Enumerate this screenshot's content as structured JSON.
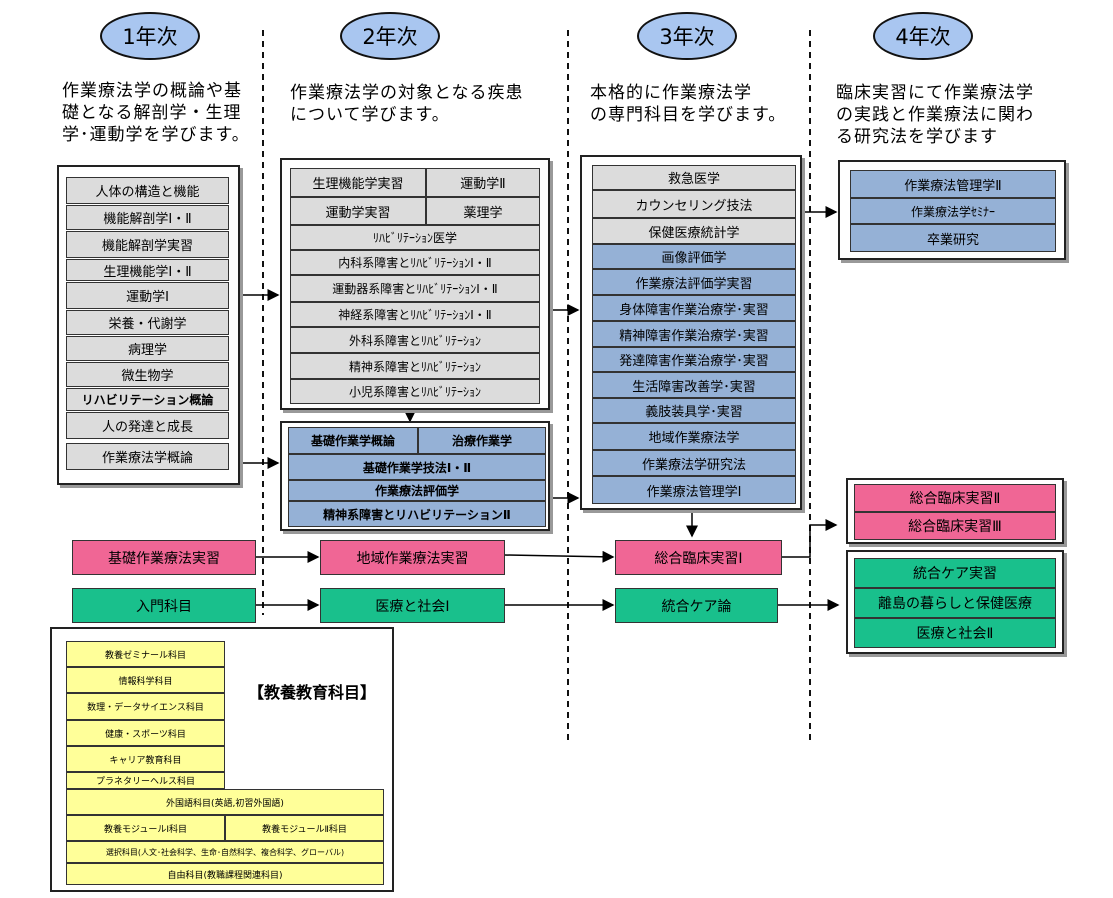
{
  "years": [
    "1年次",
    "2年次",
    "3年次",
    "4年次"
  ],
  "descriptions": [
    [
      "作業療法学の概論や基",
      "礎となる解剖学・生理",
      "学･運動学を学びます。"
    ],
    [
      "作業療法学の対象となる疾患",
      "について学びます。"
    ],
    [
      "本格的に作業療法学",
      "の専門科目を学びます。"
    ],
    [
      "臨床実習にて作業療法学",
      "の実践と作業療法に関わ",
      "る研究法を学びます"
    ]
  ],
  "year1": [
    "人体の構造と機能",
    "機能解剖学Ⅰ・Ⅱ",
    "機能解剖学実習",
    "生理機能学Ⅰ・Ⅱ",
    "運動学Ⅰ",
    "栄養・代謝学",
    "病理学",
    "微生物学",
    "リハビリテーション概論",
    "人の発達と成長",
    "作業療法学概論"
  ],
  "year2": {
    "pairs": [
      [
        "生理機能学実習",
        "運動学Ⅱ"
      ],
      [
        "運動学実習",
        "薬理学"
      ]
    ],
    "rows": [
      "ﾘﾊﾋﾞﾘﾃｰｼｮﾝ医学",
      "内科系障害とﾘﾊﾋﾞﾘﾃｰｼｮﾝⅠ・Ⅱ",
      "運動器系障害とﾘﾊﾋﾞﾘﾃｰｼｮﾝⅠ・Ⅱ",
      "神経系障害とﾘﾊﾋﾞﾘﾃｰｼｮﾝⅠ・Ⅱ",
      "外科系障害とﾘﾊﾋﾞﾘﾃｰｼｮﾝ",
      "精神系障害とﾘﾊﾋﾞﾘﾃｰｼｮﾝ",
      "小児系障害とﾘﾊﾋﾞﾘﾃｰｼｮﾝ"
    ]
  },
  "year2_ot": {
    "pair": [
      "基礎作業学概論",
      "治療作業学"
    ],
    "rows": [
      "基礎作業学技法Ⅰ・Ⅱ",
      "作業療法評価学",
      "精神系障害とリハビリテーションⅡ"
    ]
  },
  "year3_gray": [
    "救急医学",
    "カウンセリング技法",
    "保健医療統計学"
  ],
  "year3_blue": [
    "画像評価学",
    "作業療法評価学実習",
    "身体障害作業治療学･実習",
    "精神障害作業治療学･実習",
    "発達障害作業治療学･実習",
    "生活障害改善学･実習",
    "義肢装具学･実習",
    "地域作業療法学",
    "作業療法学研究法",
    "作業療法管理学Ⅰ"
  ],
  "year4": [
    "作業療法管理学Ⅱ",
    "作業療法学ｾﾐﾅｰ",
    "卒業研究"
  ],
  "practicum": [
    "基礎作業療法実習",
    "地域作業療法実習",
    "総合臨床実習Ⅰ"
  ],
  "practicum4": [
    "総合臨床実習Ⅱ",
    "総合臨床実習Ⅲ"
  ],
  "care": [
    "入門科目",
    "医療と社会Ⅰ",
    "統合ケア論"
  ],
  "care4": [
    "統合ケア実習",
    "離島の暮らしと保健医療",
    "医療と社会Ⅱ"
  ],
  "liberal": {
    "title": "【教養教育科目】",
    "items": [
      "教養ゼミナール科目",
      "情報科学科目",
      "数理・データサイエンス科目",
      "健康・スポーツ科目",
      "キャリア教育科目",
      "プラネタリーヘルス科目"
    ],
    "foreign": "外国語科目(英語,初習外国語)",
    "modules": [
      "教養モジュールⅠ科目",
      "教養モジュールⅡ科目"
    ],
    "elective": "選択科目(人文･社会科学、生命･自然科学、複合科学、グローバル)",
    "free": "自由科目(教職課程関連科目)"
  },
  "colors": {
    "gray": "#dcdcdc",
    "blue": "#95b1d6",
    "pink": "#f06695",
    "green": "#19c08c",
    "yellow": "#ffff99",
    "oval": "#a9c6f0"
  }
}
